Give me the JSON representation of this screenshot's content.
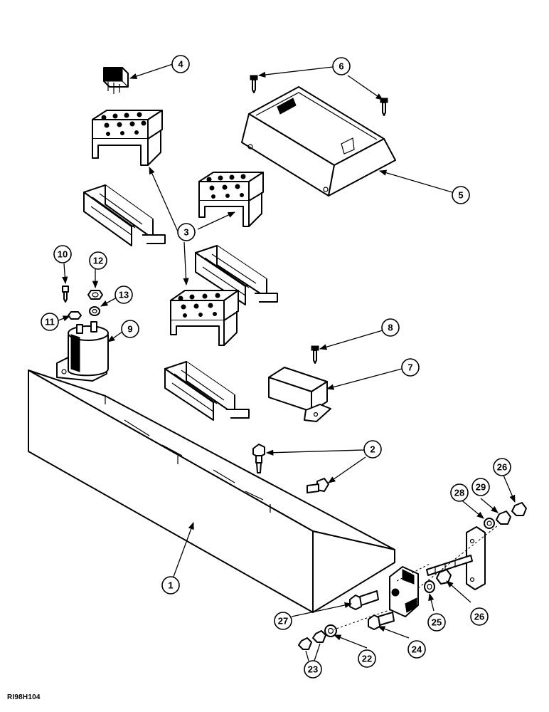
{
  "figure_code": "RI98H104",
  "callouts": [
    {
      "id": "c1",
      "label": "1"
    },
    {
      "id": "c2",
      "label": "2"
    },
    {
      "id": "c3",
      "label": "3"
    },
    {
      "id": "c4",
      "label": "4"
    },
    {
      "id": "c5",
      "label": "5"
    },
    {
      "id": "c6",
      "label": "6"
    },
    {
      "id": "c7",
      "label": "7"
    },
    {
      "id": "c8",
      "label": "8"
    },
    {
      "id": "c9",
      "label": "9"
    },
    {
      "id": "c10",
      "label": "10"
    },
    {
      "id": "c11",
      "label": "11"
    },
    {
      "id": "c12",
      "label": "12"
    },
    {
      "id": "c13",
      "label": "13"
    },
    {
      "id": "c22",
      "label": "22"
    },
    {
      "id": "c23",
      "label": "23"
    },
    {
      "id": "c24",
      "label": "24"
    },
    {
      "id": "c25",
      "label": "25"
    },
    {
      "id": "c26a",
      "label": "26"
    },
    {
      "id": "c26b",
      "label": "26"
    },
    {
      "id": "c27",
      "label": "27"
    },
    {
      "id": "c28",
      "label": "28"
    },
    {
      "id": "c29",
      "label": "29"
    }
  ]
}
